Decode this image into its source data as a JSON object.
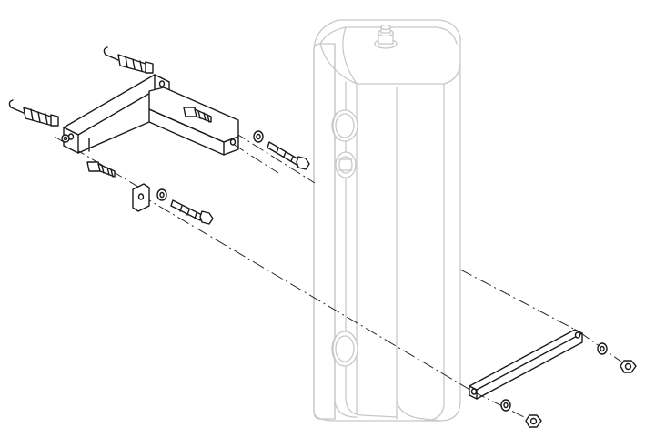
{
  "figure": {
    "kind": "exploded-assembly-line-drawing",
    "background_color": "#ffffff",
    "ink_color": "#1a1a1a",
    "ghost_color": "#c8c8c8"
  },
  "parts": [
    {
      "name": "water-tank",
      "rendering": "ghosted-outline",
      "icon": "tank-icon"
    },
    {
      "name": "tank-top-fitting",
      "rendering": "ghosted-outline",
      "icon": "fitting-icon"
    },
    {
      "name": "tank-upper-port",
      "rendering": "ghosted-outline",
      "icon": "port-icon"
    },
    {
      "name": "tank-middle-port",
      "rendering": "ghosted-outline",
      "icon": "port-icon"
    },
    {
      "name": "tank-lower-port",
      "rendering": "ghosted-outline",
      "icon": "port-icon"
    },
    {
      "name": "wall-bracket",
      "rendering": "solid-line",
      "icon": "bracket-icon"
    },
    {
      "name": "lower-mounting-strap",
      "rendering": "solid-line",
      "icon": "strap-icon"
    },
    {
      "name": "wall-anchor-plug",
      "count": 2,
      "icon": "anchor-icon"
    },
    {
      "name": "screw",
      "count": 2,
      "icon": "screw-icon"
    },
    {
      "name": "hex-bolt",
      "count": 2,
      "icon": "bolt-icon"
    },
    {
      "name": "washer",
      "count": 4,
      "icon": "washer-icon"
    },
    {
      "name": "hex-nut",
      "count": 2,
      "icon": "nut-icon"
    },
    {
      "name": "bracket-plate",
      "count": 1,
      "icon": "plate-icon"
    }
  ]
}
